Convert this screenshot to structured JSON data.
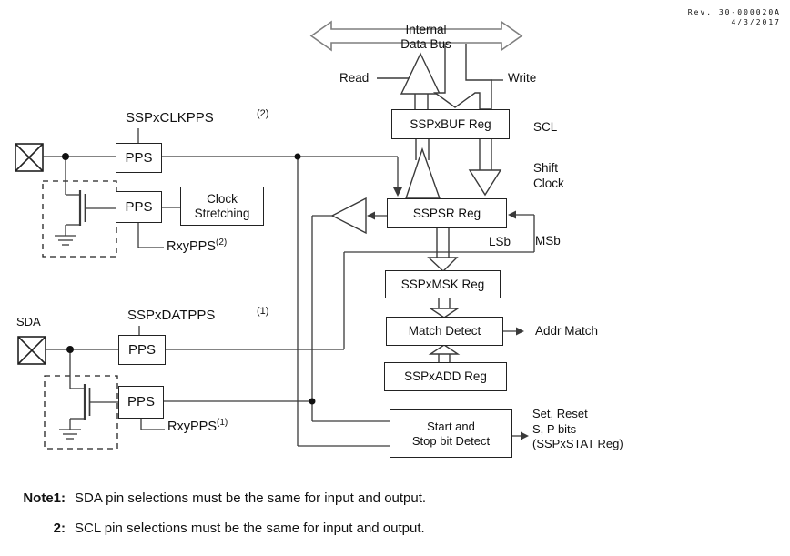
{
  "header": {
    "revision": "Rev. 30-000020A",
    "date": "4/3/2017"
  },
  "bus": {
    "label_line1": "Internal",
    "label_line2": "Data Bus",
    "read_label": "Read",
    "write_label": "Write"
  },
  "registers": {
    "sspxbuf": "SSPxBUF Reg",
    "sspsr": "SSPSR Reg",
    "sspxmsk": "SSPxMSK Reg",
    "match_detect": "Match Detect",
    "sspxadd": "SSPxADD Reg",
    "start_stop_line1": "Start and",
    "start_stop_line2": "Stop bit Detect"
  },
  "pps": {
    "box_label": "PPS",
    "clk_label": "SSPxCLKPPS",
    "clk_sup": "(2)",
    "dat_label": "SSPxDATPPS",
    "dat_sup": "(1)",
    "rxy_label": "RxyPPS",
    "rxy_sup2": "(2)",
    "rxy_sup1": "(1)",
    "clock_stretching_line1": "Clock",
    "clock_stretching_line2": "Stretching"
  },
  "labels": {
    "sda": "SDA",
    "scl": "SCL",
    "shift_line1": "Shift",
    "shift_line2": "Clock",
    "lsb": "LSb",
    "msb": "MSb",
    "addr_match": "Addr Match",
    "set_reset_line1": "Set, Reset",
    "set_reset_line2": "S, P bits",
    "set_reset_line3": "(SSPxSTAT Reg)"
  },
  "notes": {
    "note1_label": "Note1:",
    "note1_text": "SDA pin selections must be the same for input and output.",
    "note2_label": "2:",
    "note2_text": "SCL pin selections must be the same for input and output."
  },
  "colors": {
    "wire": "#3a3a3a",
    "bus_outline": "#7f7f7f",
    "box_border": "#222222",
    "text": "#111111"
  }
}
